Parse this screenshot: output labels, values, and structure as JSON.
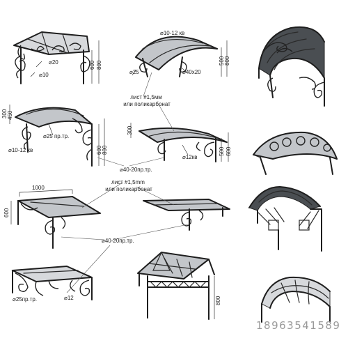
{
  "labels": {
    "d20_tl": "⌀20",
    "d10_tl": "⌀10",
    "h600_tl": "600",
    "h800_tl": "800",
    "d10_12kv_top": "⌀10-12 кв",
    "d25_top": "⌀25",
    "d40x20_top": "⌀40x20",
    "h500_top": "500",
    "h800_top": "800",
    "sheet_1": "лист #1,5мм",
    "sheet_1b": "или поликарбонат",
    "h300_l2": "300",
    "h450_l2": "450",
    "d25_pr_tr": "⌀25 пр.тр.",
    "d10_12kv_l2": "⌀10-12 кв",
    "h600_l2": "600",
    "h800_l2": "800",
    "h300_m2": "300",
    "d12kv_m2": "⌀12кв",
    "h500_m2": "500",
    "h600_m2": "600",
    "d40_20_pr_tr": "⌀40-20пр.тр.",
    "w1000": "1000",
    "sheet_2": "лист #1,5mm",
    "sheet_2b": "или поликарбонат",
    "h600_l3": "600",
    "d40_20_pr_tr_3": "⌀40-20пр.тр.",
    "d25_pr_tr_4": "⌀25пр.тр.",
    "d12_4": "⌀12",
    "h800_4": "800",
    "phone": "18963541589"
  }
}
